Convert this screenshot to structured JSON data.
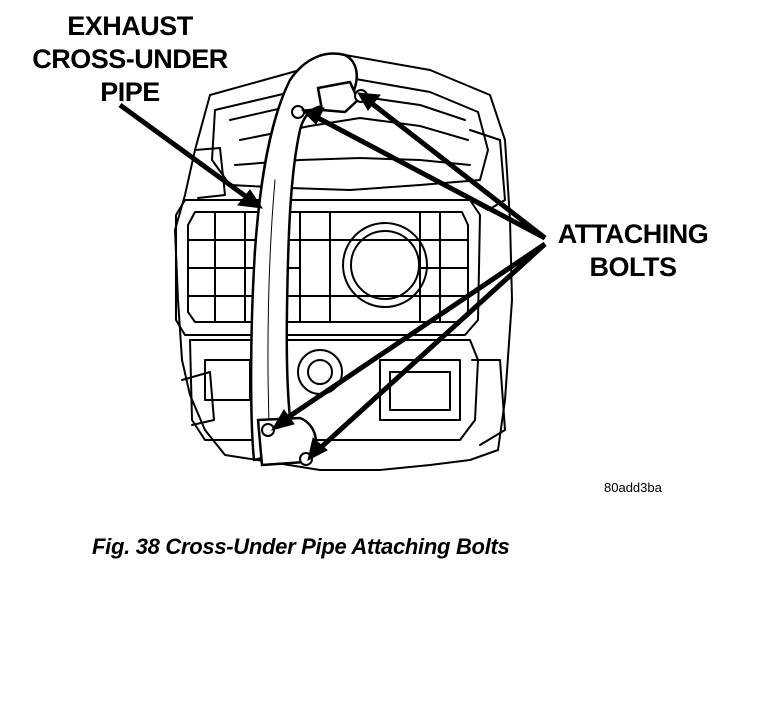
{
  "callouts": {
    "exhaust_pipe": [
      "EXHAUST",
      "CROSS-UNDER",
      "PIPE"
    ],
    "attaching_bolts": [
      "ATTACHING",
      "BOLTS"
    ]
  },
  "figure_code": "80add3ba",
  "caption": "Fig. 38 Cross-Under Pipe Attaching Bolts"
}
